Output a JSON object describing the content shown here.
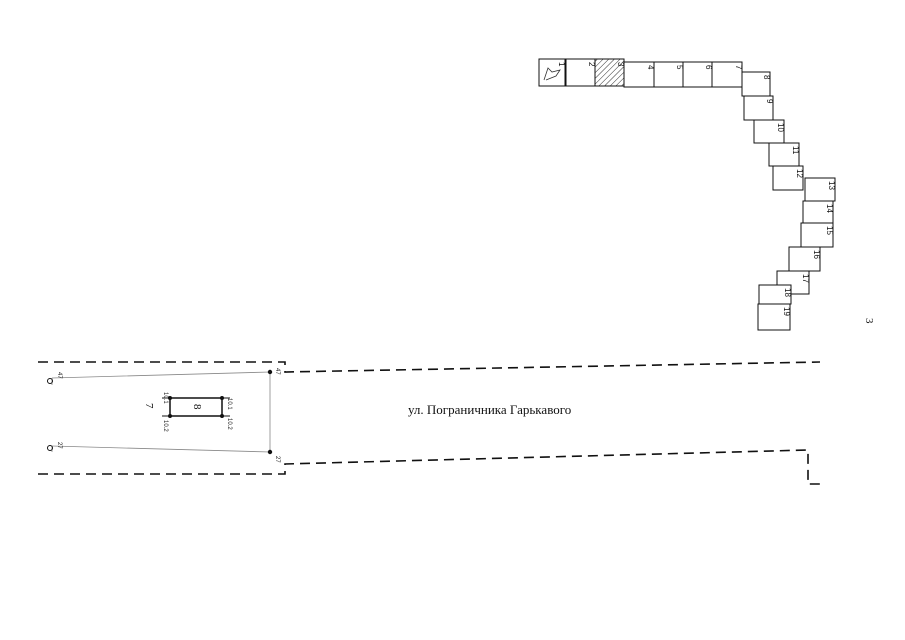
{
  "street_name": "ул. Пограничника Гарькавого",
  "page_number": "3",
  "block_labels": {
    "area": "7",
    "building": "8"
  },
  "point_labels": [
    "47",
    "47",
    "27",
    "27",
    "10.1",
    "10.1",
    "10.2",
    "10.2"
  ],
  "tiles": [
    {
      "n": "1"
    },
    {
      "n": "2"
    },
    {
      "n": "3"
    },
    {
      "n": "4"
    },
    {
      "n": "5"
    },
    {
      "n": "6"
    },
    {
      "n": "7"
    },
    {
      "n": "8"
    },
    {
      "n": "9"
    },
    {
      "n": "10"
    },
    {
      "n": "11"
    },
    {
      "n": "12"
    },
    {
      "n": "13"
    },
    {
      "n": "14"
    },
    {
      "n": "15"
    },
    {
      "n": "16"
    },
    {
      "n": "17"
    },
    {
      "n": "18"
    },
    {
      "n": "19"
    }
  ]
}
